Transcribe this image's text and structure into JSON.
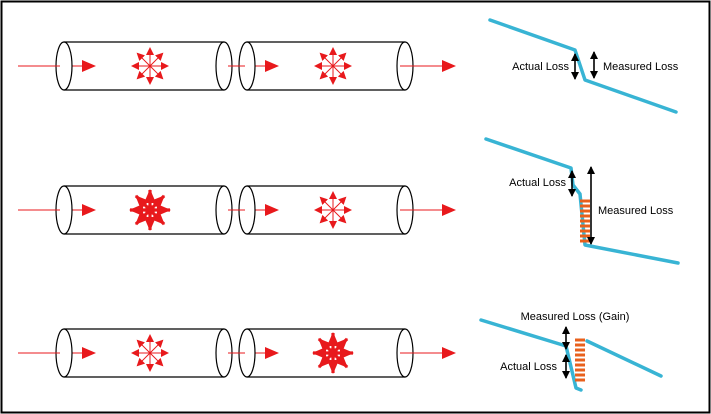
{
  "colors": {
    "frame": "#000000",
    "fiber_outline": "#000000",
    "light_arrow": "#e8191c",
    "trace": "#38b4d4",
    "reflective_band": "#e8601c",
    "loss_arrow": "#000000"
  },
  "rows": [
    {
      "scenario": "row-1",
      "scatter_left": "normal",
      "scatter_right": "normal",
      "labels": {
        "actual": "Actual Loss",
        "measured": "Measured Loss"
      }
    },
    {
      "scenario": "row-2",
      "scatter_left": "high",
      "scatter_right": "normal",
      "labels": {
        "actual": "Actual Loss",
        "measured": "Measured Loss"
      }
    },
    {
      "scenario": "row-3",
      "scatter_left": "normal",
      "scatter_right": "high",
      "labels": {
        "actual": "Actual Loss",
        "measured": "Measured Loss (Gain)"
      }
    }
  ]
}
